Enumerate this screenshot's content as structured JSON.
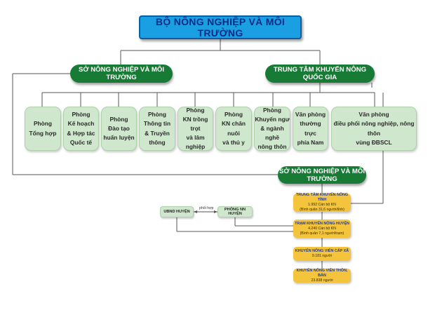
{
  "title": "BỘ NÔNG NGHIỆP VÀ MÔI TRƯỜNG",
  "level2": {
    "left": "SỞ NÔNG NGHIỆP VÀ MÔI TRƯỜNG",
    "right": "TRUNG TÂM KHUYẾN NÔNG QUỐC GIA",
    "lower": "SỞ NÔNG NGHIỆP VÀ MÔI TRƯỜNG"
  },
  "departments": [
    [
      "Phòng",
      "Tổng hợp"
    ],
    [
      "Phòng",
      "Kế hoạch",
      "& Hợp tác",
      "Quốc tế"
    ],
    [
      "Phòng",
      "Đào tạo",
      "huấn luyện"
    ],
    [
      "Phòng",
      "Thông tin",
      "& Truyền thông"
    ],
    [
      "Phòng",
      "KN trồng trọt",
      "và lâm nghiệp"
    ],
    [
      "Phòng",
      "KN chăn nuôi",
      "và thủ y"
    ],
    [
      "Phòng",
      "Khuyến ngư",
      "& ngành nghề",
      "nông thôn"
    ],
    [
      "Văn phòng",
      "thường trực",
      "phía Nam"
    ],
    [
      "Văn phòng",
      "điều phối nông nghiệp, nông thôn",
      "vùng ĐBSCL"
    ]
  ],
  "side": {
    "ubnd": "UBND HUYỆN",
    "coordination": "phối hợp",
    "phong_nn": "PHÒNG NN HUYỆN"
  },
  "chain": [
    {
      "name": "TRUNG TÂM KHUYẾN NÔNG TỈNH",
      "count": "1.992 Cán bộ KN",
      "note": "(Bình quân 31,6 người/tỉnh)"
    },
    {
      "name": "TRẠM KHUYẾN NÔNG HUYỆN",
      "count": "4.240 Cán bộ KN",
      "note": "(Bình quân 7,1 người/trạm)"
    },
    {
      "name": "KHUYẾN NÔNG VIÊN CẤP XÃ",
      "count": "9.181 người",
      "note": ""
    },
    {
      "name": "KHUYẾN NÔNG VIÊN THÔN, BẢN",
      "count": "23.838 người",
      "note": ""
    }
  ],
  "colors": {
    "top_fill": "#1a9fe3",
    "top_text": "#0d2a87",
    "green": "#177a35",
    "dept_fill": "#cfe8cd",
    "yellow": "#f5c43d"
  }
}
